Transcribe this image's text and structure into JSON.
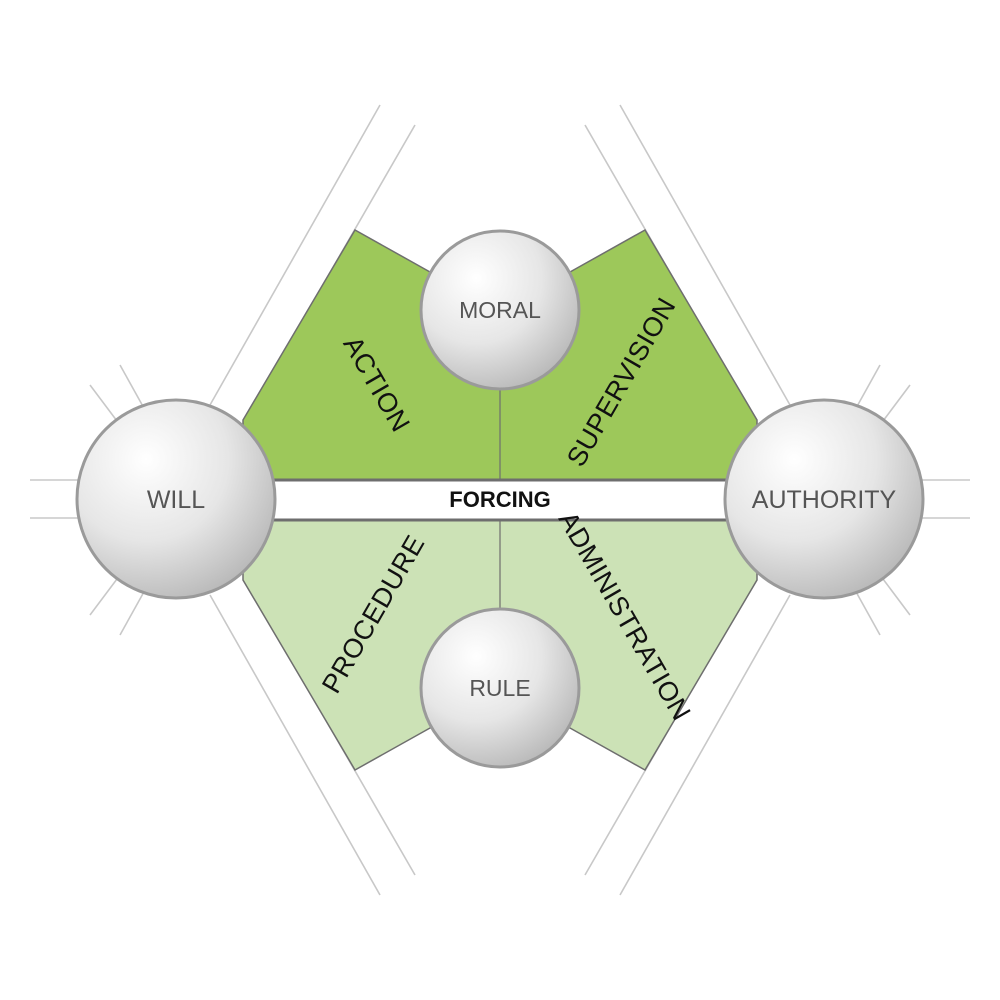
{
  "colors": {
    "upper_fill": "#9DC85A",
    "lower_fill": "#CCE2B6",
    "outline": "#6E6E6E",
    "guide_line": "#C8C8C8",
    "node_border": "#9A9A9A"
  },
  "bar": {
    "label": "FORCING"
  },
  "nodes": {
    "will": "WILL",
    "authority": "AUTHORITY",
    "moral": "MORAL",
    "rule": "RULE"
  },
  "quadrants": {
    "action": "ACTION",
    "supervision": "SUPERVISION",
    "procedure": "PROCEDURE",
    "administration": "ADMINISTRATION"
  }
}
